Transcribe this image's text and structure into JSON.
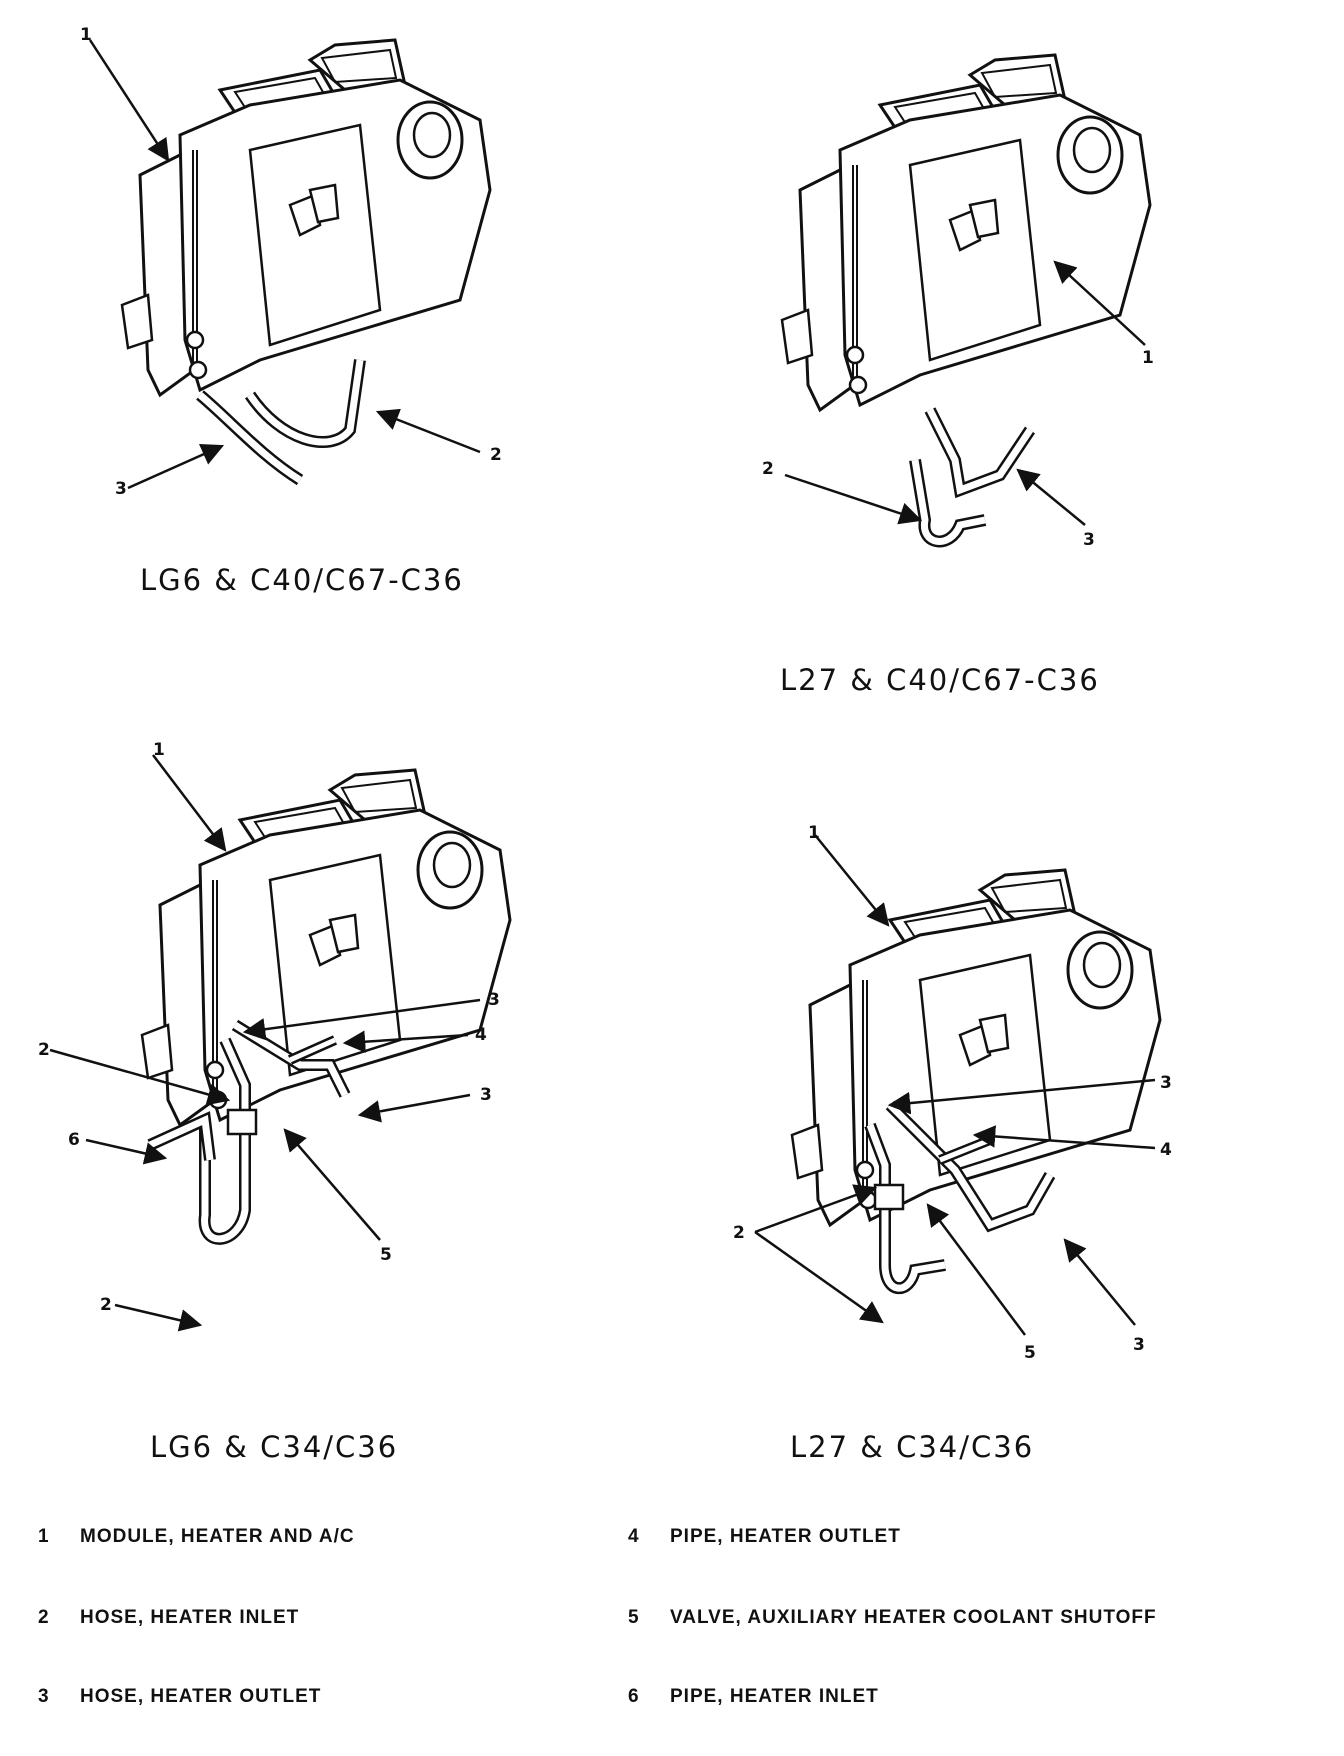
{
  "panels": [
    {
      "caption": "LG6 & C40/C67-C36",
      "callouts": [
        "1",
        "2",
        "3"
      ]
    },
    {
      "caption": "L27 & C40/C67-C36",
      "callouts": [
        "1",
        "2",
        "3"
      ]
    },
    {
      "caption": "LG6 & C34/C36",
      "callouts": [
        "1",
        "2",
        "3",
        "3",
        "4",
        "5",
        "6",
        "2"
      ]
    },
    {
      "caption": "L27 & C34/C36",
      "callouts": [
        "1",
        "3",
        "4",
        "2",
        "5",
        "3"
      ]
    }
  ],
  "legend": [
    {
      "number": "1",
      "text": "MODULE, HEATER AND A/C"
    },
    {
      "number": "2",
      "text": "HOSE, HEATER INLET"
    },
    {
      "number": "3",
      "text": "HOSE, HEATER OUTLET"
    },
    {
      "number": "4",
      "text": "PIPE, HEATER OUTLET"
    },
    {
      "number": "5",
      "text": "VALVE, AUXILIARY HEATER COOLANT SHUTOFF"
    },
    {
      "number": "6",
      "text": "PIPE, HEATER INLET"
    }
  ],
  "colors": {
    "ink": "#111111",
    "paper": "#ffffff"
  }
}
